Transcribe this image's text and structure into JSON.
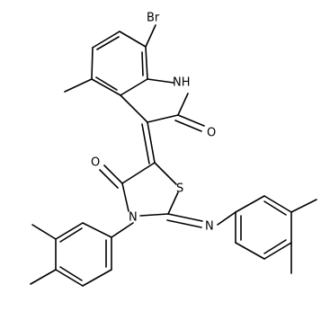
{
  "molecule": {
    "atoms": {
      "br": "Br",
      "nh": "NH",
      "o_lactam": "O",
      "o_thiazolidinone": "O",
      "s": "S",
      "n_ring": "N",
      "n_imine": "N"
    }
  }
}
